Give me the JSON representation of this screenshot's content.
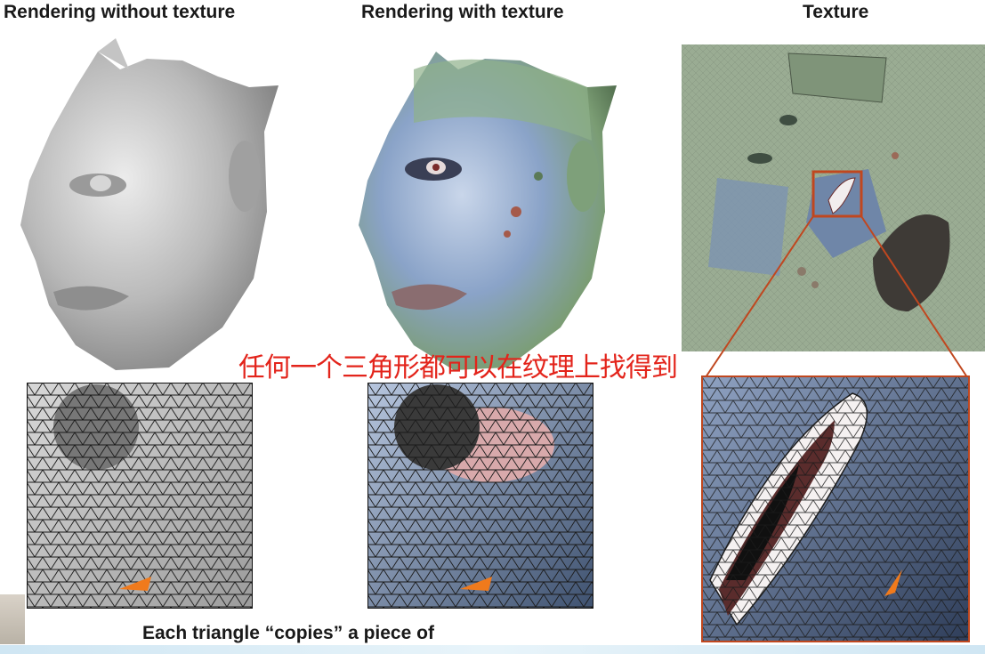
{
  "titles": {
    "without_texture": "Rendering without texture",
    "with_texture": "Rendering with texture",
    "texture": "Texture"
  },
  "overlay_text": "任何一个三角形都可以在纹理上找得到",
  "caption": "Each triangle “copies” a piece of",
  "colors": {
    "callout_box": "#c0471f",
    "highlight_triangle": "#f07a1c",
    "subtitle_text": "#e3241b",
    "mesh_line": "#1b1b1b"
  }
}
